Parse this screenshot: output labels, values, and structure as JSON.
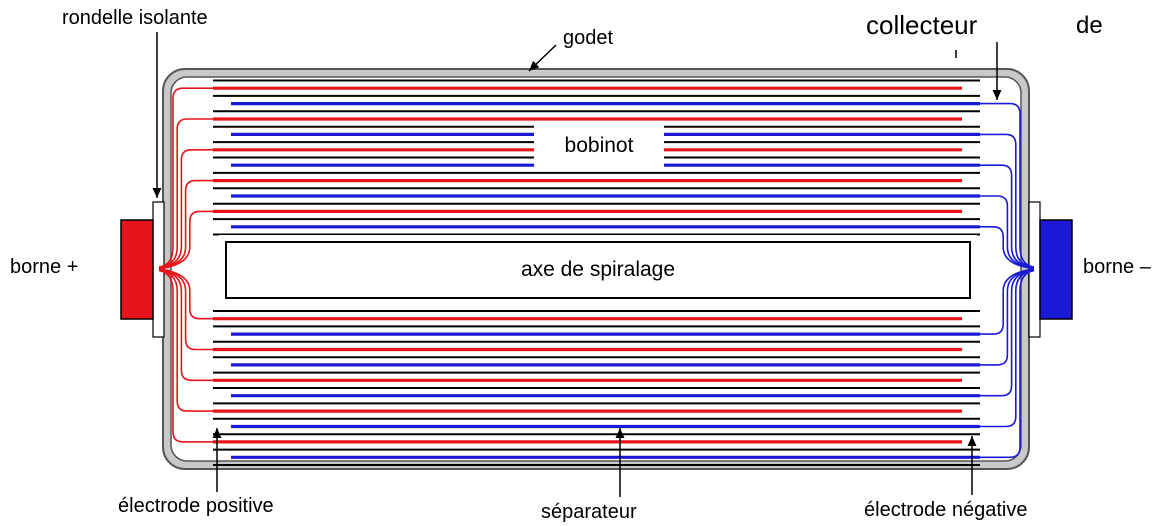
{
  "labels": {
    "insulating_washer": "rondelle isolante",
    "can": "godet",
    "collector_line1": "collecteur",
    "collector_line2": "de",
    "coil": "bobinot",
    "positive_terminal": "borne +",
    "negative_terminal": "borne –",
    "winding_axis": "axe de spiralage",
    "positive_electrode": "électrode positive",
    "separator": "séparateur",
    "negative_electrode": "électrode négative"
  },
  "colors": {
    "positive": "#e8141b",
    "negative": "#1a1ad6",
    "separator": "#000000",
    "can_outline": "#555555",
    "can_fill": "#c8c8c8",
    "positive_terminal": "#e8141b",
    "negative_terminal": "#1a1ad6"
  }
}
